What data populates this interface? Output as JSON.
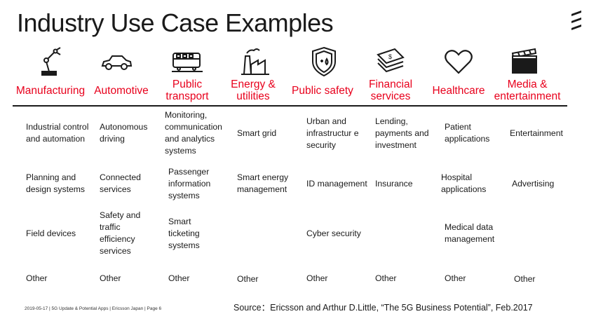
{
  "title": "Industry Use Case Examples",
  "columns": [
    {
      "icon": "robot-arm-icon",
      "header": "Manufacturing",
      "items": [
        "Industrial control and automation",
        "Planning and design systems",
        "Field devices",
        "Other"
      ]
    },
    {
      "icon": "car-icon",
      "header": "Automotive",
      "items": [
        "Autonomous driving",
        "Connected services",
        "Safety and traffic efficiency services",
        "Other"
      ]
    },
    {
      "icon": "train-icon",
      "header": "Public transport",
      "items": [
        "Monitoring, communication and analytics systems",
        "Passenger information systems",
        "Smart ticketing systems",
        "Other"
      ]
    },
    {
      "icon": "factory-icon",
      "header": "Energy & utilities",
      "items": [
        "Smart grid",
        "Smart energy management",
        "",
        "Other"
      ]
    },
    {
      "icon": "shield-icon",
      "header": "Public safety",
      "items": [
        "Urban and infrastructur e security",
        "ID management",
        "Cyber security",
        "Other"
      ]
    },
    {
      "icon": "money-icon",
      "header": "Financial services",
      "items": [
        "Lending, payments and investment",
        "Insurance",
        "",
        "Other"
      ]
    },
    {
      "icon": "heart-icon",
      "header": "Healthcare",
      "items": [
        "Patient applications",
        "Hospital applications",
        "Medical data management",
        "Other"
      ]
    },
    {
      "icon": "clapperboard-icon",
      "header": "Media & entertainment",
      "items": [
        "Entertainment",
        "Advertising",
        "",
        "Other"
      ]
    }
  ],
  "footer": {
    "left": "2019-05-17  |  5G Update & Potential Apps  |  Ericsson Japan  |  Page 6",
    "source": "Source：Ericsson and Arthur D.Little, “The 5G Business Potential”, Feb.2017"
  },
  "colors": {
    "accent": "#e8001c",
    "text": "#1a1a1a"
  }
}
